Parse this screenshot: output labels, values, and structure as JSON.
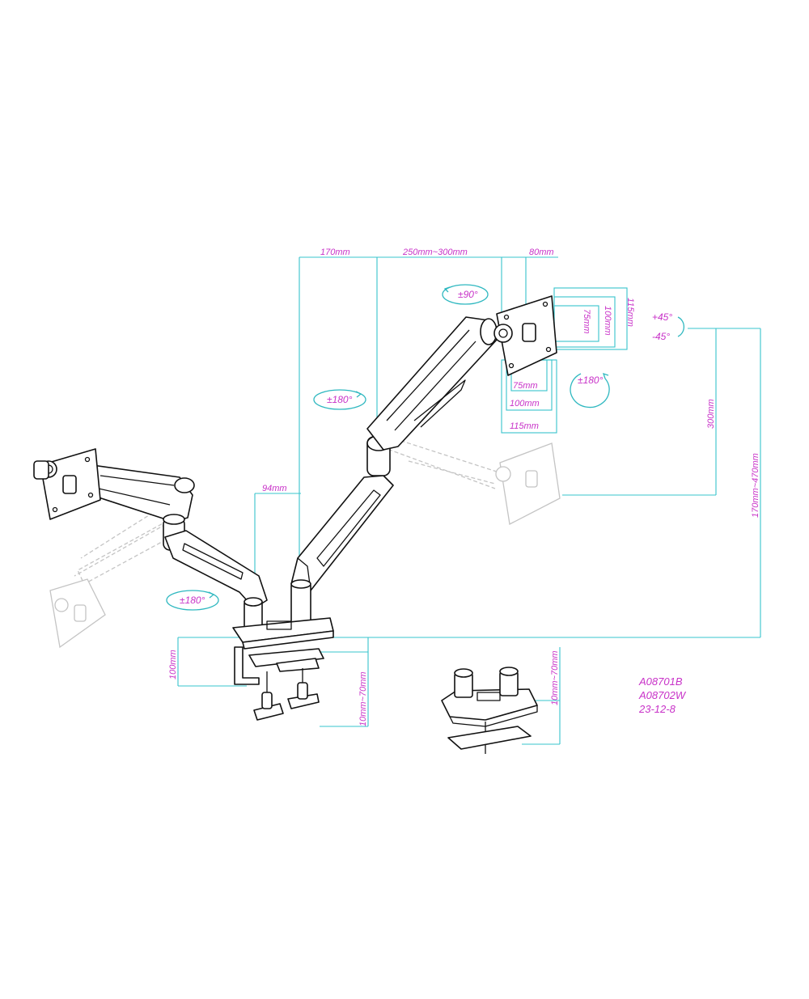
{
  "dimensions": {
    "top_left": "170mm",
    "top_middle": "250mm~300mm",
    "top_right": "80mm",
    "arm_offset": "94mm",
    "vesa_inner_h": "75mm",
    "vesa_mid_h": "100mm",
    "vesa_outer_h": "115mm",
    "vesa_inner_v": "75mm",
    "vesa_mid_v": "100mm",
    "vesa_outer_v": "115mm",
    "height_travel": "300mm",
    "height_total": "170mm~470mm",
    "clamp_height": "100mm",
    "clamp_range": "10mm~70mm",
    "grommet_range": "10mm~70mm"
  },
  "angles": {
    "rotate": "±90°",
    "tilt_up": "+45°",
    "tilt_down": "-45°",
    "swivel_head": "±180°",
    "swivel_upper": "±180°",
    "swivel_lower": "±180°"
  },
  "model": {
    "black": "A08701B",
    "white": "A08702W",
    "date": "23-12-8"
  },
  "colors": {
    "dimension_text": "#c832c8",
    "dimension_line": "#37c4cc",
    "outline": "#111111",
    "ghost": "#c4c4c4"
  }
}
